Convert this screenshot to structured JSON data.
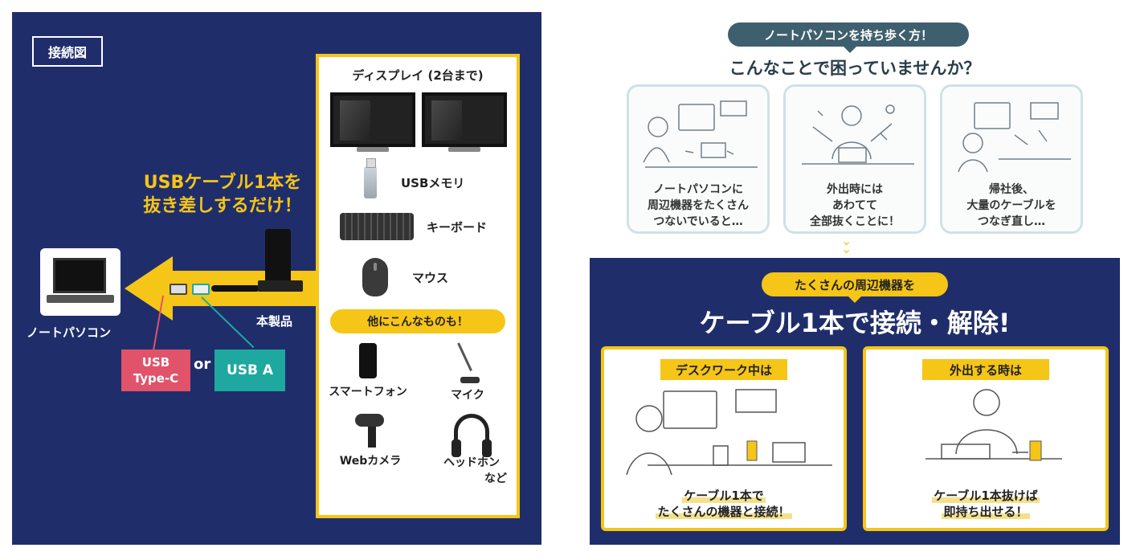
{
  "left": {
    "diagram_label": "接続図",
    "message_line1": "USBケーブル1本を",
    "message_line2": "抜き差しするだけ！",
    "laptop_label": "ノートパソコン",
    "product_label": "本製品",
    "type_c_line1": "USB",
    "type_c_line2": "Type-C",
    "or_label": "or",
    "usb_a_label": "USB A",
    "devices": {
      "title": "ディスプレイ (2台まで)",
      "usb_memory": "USBメモリ",
      "keyboard": "キーボード",
      "mouse": "マウス",
      "others_pill": "他にこんなものも！",
      "smartphone": "スマートフォン",
      "mic": "マイク",
      "webcam": "Webカメラ",
      "headphones_line1": "ヘッドホン",
      "headphones_line2": "など"
    }
  },
  "right": {
    "question_pill": "ノートパソコンを持ち歩く方！",
    "question_title": "こんなことで困っていませんか？",
    "problems": [
      {
        "line1": "ノートパソコンに",
        "line2": "周辺機器をたくさん",
        "line3": "つないでいると…"
      },
      {
        "line1": "外出時には",
        "line2": "あわてて",
        "line3": "全部抜くことに！"
      },
      {
        "line1": "帰社後、",
        "line2": "大量のケーブルを",
        "line3": "つなぎ直し…"
      }
    ],
    "solution_pill": "たくさんの周辺機器を",
    "solution_title": "ケーブル1本で接続・解除!",
    "cards": [
      {
        "tag": "デスクワーク中は",
        "line1": "ケーブル1本で",
        "line2": "たくさんの機器と接続！"
      },
      {
        "tag": "外出する時は",
        "line1": "ケーブル1本抜けば",
        "line2": "即持ち出せる！"
      }
    ]
  },
  "colors": {
    "navy": "#1f2e6b",
    "yellow": "#f5c518",
    "type_c_pink": "#e0536b",
    "usb_a_teal": "#1fa8a0",
    "problem_border": "#cfe2e6",
    "pill_slate": "#3e5f6e"
  }
}
